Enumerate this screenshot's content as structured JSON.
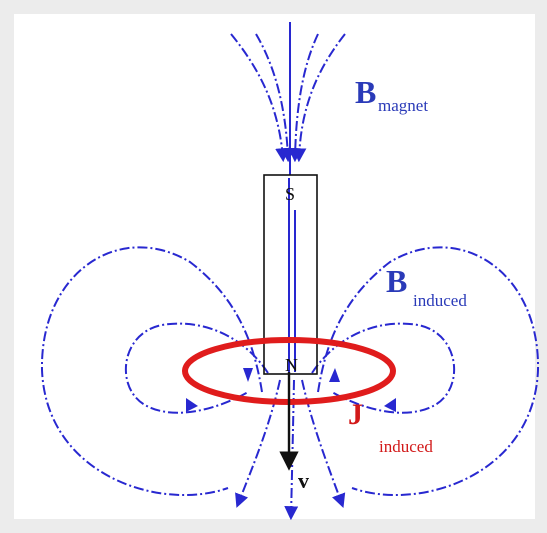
{
  "labels": {
    "magnetic_field_symbol": "B",
    "magnetic_field_subscript": "magnet",
    "induced_field_symbol": "B",
    "induced_field_subscript": "induced",
    "current_symbol": "J",
    "current_subscript": "induced",
    "south_pole": "S",
    "north_pole": "N",
    "velocity": "v"
  },
  "colors": {
    "field_lines": "#2828d0",
    "label_blue": "#2a3ab8",
    "current_loop": "#e01c1c",
    "label_red": "#d21919",
    "magnet_outline": "#111111",
    "background": "#ececec",
    "panel": "#ffffff"
  }
}
